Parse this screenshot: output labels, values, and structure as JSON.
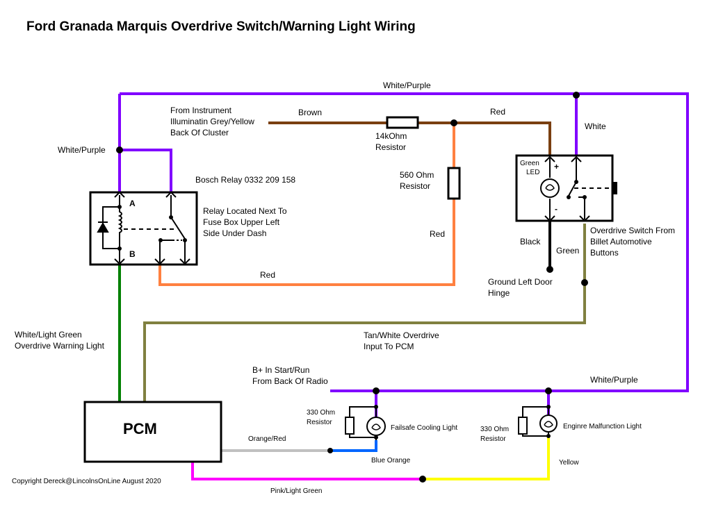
{
  "title": "Ford Granada Marquis Overdrive Switch/Warning Light Wiring",
  "copyright": "Copyright Dereck@LincolnsOnLine August 2020",
  "colors": {
    "white_purple": "#8000ff",
    "brown": "#7a3f10",
    "orange": "#ff8040",
    "green": "#008000",
    "olive": "#808040",
    "gray": "#c0c0c0",
    "blue": "#0066ff",
    "magenta": "#ff00ff",
    "yellow": "#ffff00",
    "black": "#000000"
  },
  "wires": {
    "white_purple_top": "White/Purple",
    "white_purple_left": "White/Purple",
    "white_purple_right": "White/Purple",
    "brown": "Brown",
    "red_top": "Red",
    "red_vertical": "Red",
    "red_bottom": "Red",
    "white": "White",
    "black": "Black",
    "green": "Green",
    "white_light_green": [
      "White/Light Green",
      "Overdrive Warning Light"
    ],
    "tan_white": [
      "Tan/White Overdrive",
      "Input To PCM"
    ],
    "b_plus": [
      "B+ In Start/Run",
      "From Back Of Radio"
    ],
    "orange_red": "Orange/Red",
    "blue_orange": "Blue Orange",
    "yellow": "Yellow",
    "pink_light_green": "Pink/Light Green"
  },
  "components": {
    "instrument_source": [
      "From Instrument",
      "Illuminatin Grey/Yellow",
      "Back Of Cluster"
    ],
    "resistor_14k": [
      "14kOhm",
      "Resistor"
    ],
    "resistor_560": [
      "560 Ohm",
      "Resistor"
    ],
    "relay_name": "Bosch Relay 0332 209 158",
    "relay_location": [
      "Relay Located Next To",
      "Fuse Box Upper Left",
      "Side Under Dash"
    ],
    "relay_terminal_a": "A",
    "relay_terminal_b": "B",
    "switch_led": [
      "Green",
      "LED"
    ],
    "switch_plus": "+",
    "switch_minus": "-",
    "switch_name": [
      "Overdrive Switch From",
      "Billet Automotive",
      "Buttons"
    ],
    "ground": [
      "Ground Left Door",
      "Hinge"
    ],
    "pcm": "PCM",
    "resistor_330_left": [
      "330 Ohm",
      "Resistor"
    ],
    "resistor_330_right": [
      "330 Ohm",
      "Resistor"
    ],
    "failsafe_light": "Failsafe Cooling Light",
    "engine_light": "Enginre Malfunction Light"
  }
}
